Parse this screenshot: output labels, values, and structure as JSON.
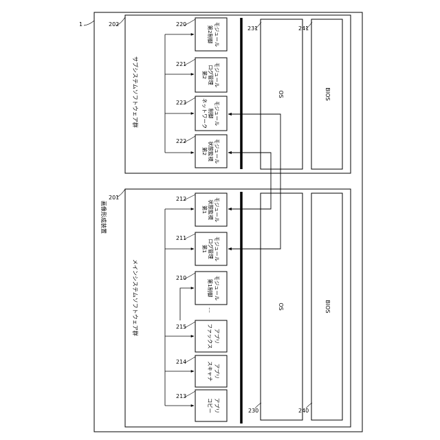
{
  "device": {
    "ref": "1",
    "label": "画像形成装置",
    "ref_label": "201"
  },
  "subsystem": {
    "ref": "202",
    "label": "サブシステムソフトウェア群",
    "modules": [
      {
        "ref": "220",
        "lines": [
          "第2制御",
          "モジュール"
        ]
      },
      {
        "ref": "221",
        "lines": [
          "第2",
          "ログ管理",
          "モジュール"
        ]
      },
      {
        "ref": "223",
        "lines": [
          "ネットワーク",
          "制御",
          "モジュール"
        ]
      },
      {
        "ref": "222",
        "lines": [
          "第2",
          "状態監視",
          "モジュール"
        ]
      }
    ],
    "os": {
      "ref": "231",
      "label": "OS"
    },
    "bios": {
      "ref": "241",
      "label": "BIOS"
    }
  },
  "mainsystem": {
    "label": "メインシステムソフトウェア群",
    "modules": [
      {
        "ref": "212",
        "lines": [
          "第1",
          "状態監視",
          "モジュール"
        ]
      },
      {
        "ref": "211",
        "lines": [
          "第1",
          "ログ管理",
          "モジュール"
        ]
      },
      {
        "ref": "210",
        "lines": [
          "第1制御",
          "モジュール"
        ]
      },
      {
        "ref": "215",
        "lines": [
          "ファックス",
          "アプリ"
        ]
      },
      {
        "ref": "214",
        "lines": [
          "スキャナ",
          "アプリ"
        ]
      },
      {
        "ref": "213",
        "lines": [
          "コピー",
          "アプリ"
        ]
      }
    ],
    "ellipsis": "…",
    "os": {
      "ref": "230",
      "label": "OS"
    },
    "bios": {
      "ref": "240",
      "label": "BIOS"
    }
  }
}
